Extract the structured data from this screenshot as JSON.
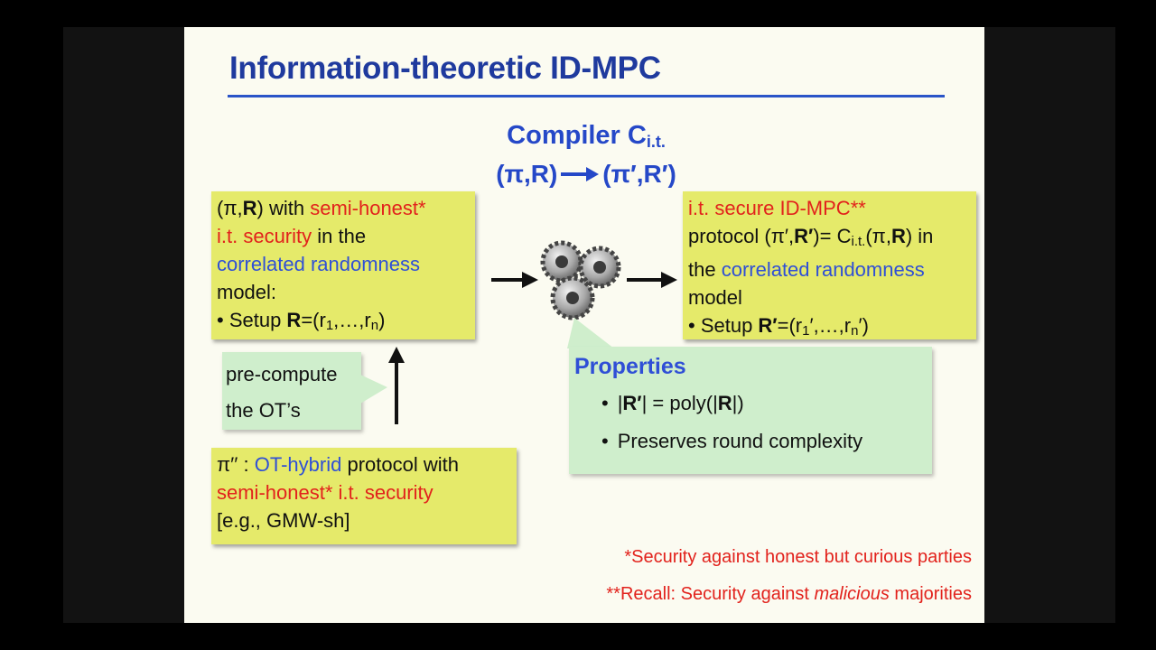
{
  "title": "Information-theoretic ID-MPC",
  "compiler": {
    "label": "Compiler C",
    "sub": "i.t.",
    "from": "(π,R)",
    "to": "(π′,R′)"
  },
  "left_box": {
    "a": "(π,",
    "b": "R",
    "c": ") with ",
    "semi": "semi-honest*",
    "itsec": "i.t. security",
    "in_the": " in the",
    "corr": "correlated randomness",
    "model": "model:",
    "setup_pre": "• Setup ",
    "setup_R": "R",
    "setup_eq": "=(r",
    "s1": "1",
    "setup_mid": ",…,r",
    "sn": "n",
    "setup_end": ")"
  },
  "right_box": {
    "itsecure": "i.t. secure ID-MPC**",
    "proto_a": "protocol (π′,",
    "proto_R": "R′",
    "proto_b": ")= C",
    "proto_sub": "i.t.",
    "proto_c": "(π,",
    "proto_R2": "R",
    "proto_d": ") in",
    "the": "the ",
    "corr": "correlated randomness",
    "model": "model",
    "setup_pre": "• Setup ",
    "setup_R": "R′",
    "setup_eq": "=(r",
    "s1": "1",
    "setup_mid": "′,…,r",
    "sn": "n",
    "setup_end": "′)"
  },
  "precompute": {
    "line1": "pre-compute",
    "line2": "the OT’s"
  },
  "bottom_box": {
    "pre": "π′′ : ",
    "ot": "OT-hybrid",
    "post": " protocol with",
    "semi": "semi-honest* i.t. security",
    "eg": "[e.g., GMW-sh]"
  },
  "properties": {
    "title": "Properties",
    "item1_a": "|",
    "item1_R": "R′",
    "item1_b": "| = poly(|",
    "item1_R2": "R",
    "item1_c": "|)",
    "item2": "Preserves round complexity"
  },
  "footnotes": {
    "f1": "*Security against honest but curious parties",
    "f2_a": "**Recall: Security against ",
    "f2_b": "malicious",
    "f2_c": " majorities"
  },
  "colors": {
    "title": "#1f3a9e",
    "accent_blue": "#2f4fd6",
    "accent_red": "#e2221c",
    "box_yellow": "#e5ea6a",
    "callout_green": "#cfeecc"
  }
}
